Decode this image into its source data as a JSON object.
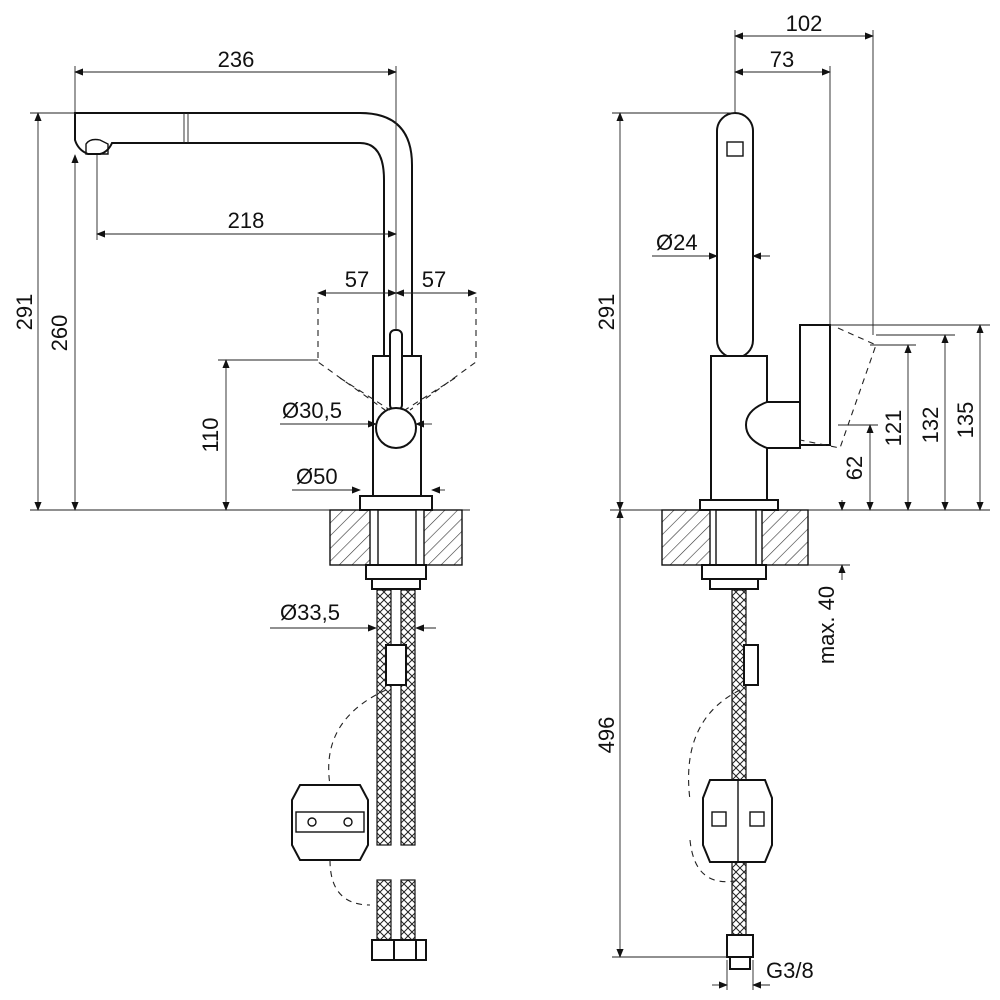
{
  "front_view": {
    "dim_total_reach": "236",
    "dim_spout_reach": "218",
    "dim_swivel_left": "57",
    "dim_swivel_right": "57",
    "dim_height_total": "291",
    "dim_height_spout": "260",
    "dim_handle_height": "110",
    "dim_handle_dia": "Ø30,5",
    "dim_base_dia": "Ø50",
    "dim_shank_dia": "Ø33,5"
  },
  "side_view": {
    "dim_depth_total": "102",
    "dim_depth_handle": "73",
    "dim_spout_dia": "Ø24",
    "dim_height_total": "291",
    "dim_height_lever_121": "121",
    "dim_height_lever_132": "132",
    "dim_height_lever_135": "135",
    "dim_height_lever_62": "62",
    "dim_max_thickness": "max. 40",
    "dim_hose_length": "496",
    "dim_thread": "G3/8"
  }
}
